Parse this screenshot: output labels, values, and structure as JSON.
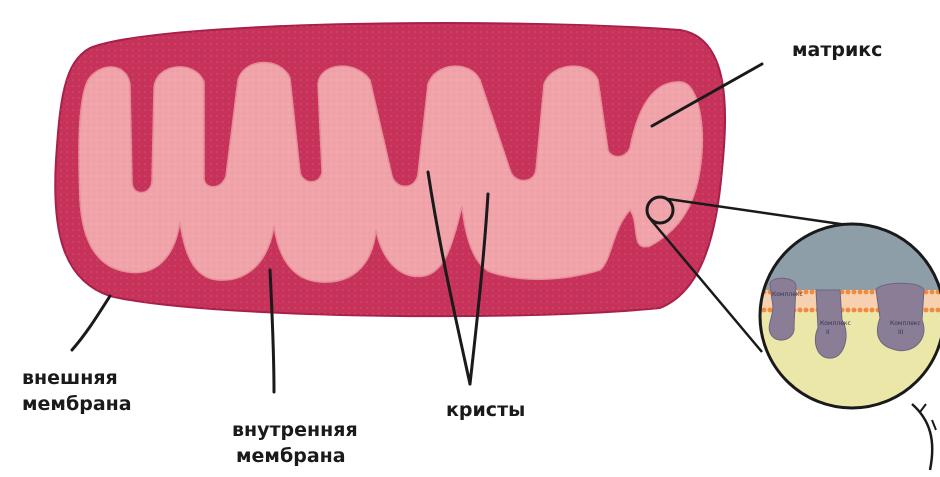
{
  "labels": {
    "matrix": "матрикс",
    "outer_membrane": [
      "внешняя",
      "мембрана"
    ],
    "inner_membrane": [
      "внутренняя",
      "мембрана"
    ],
    "cristae": "кристы"
  },
  "inset": {
    "complexes": [
      {
        "line1": "Комплекс",
        "line2": ""
      },
      {
        "line1": "Комплекс",
        "line2": "II"
      },
      {
        "line1": "Комплекс",
        "line2": "III"
      }
    ]
  },
  "colors": {
    "outer": "#c7325a",
    "outer_dark": "#a8204a",
    "inner": "#f1a3aa",
    "ink": "#1a1a1a",
    "inset_top": "#8e9ea8",
    "inset_bottom": "#ebe7a8",
    "protein": "#8a7e97",
    "lipid_head": "#f08a3c"
  },
  "icons": [
    "mitochondrion",
    "magnifier-circle",
    "zoom-inset"
  ]
}
